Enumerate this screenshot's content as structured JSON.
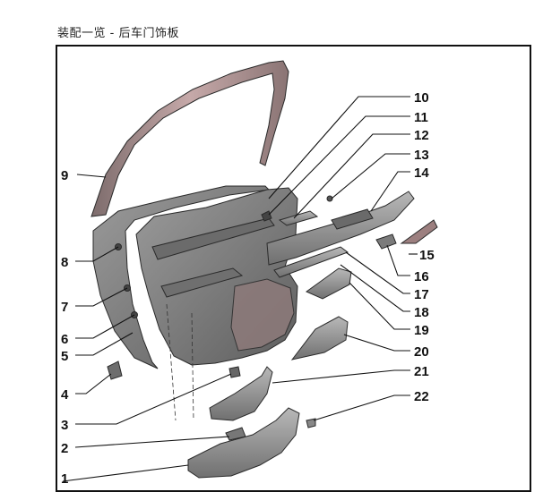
{
  "title": "装配一览 - 后车门饰板",
  "callouts": [
    "1",
    "2",
    "3",
    "4",
    "5",
    "6",
    "7",
    "8",
    "9",
    "10",
    "11",
    "12",
    "13",
    "14",
    "15",
    "16",
    "17",
    "18",
    "19",
    "20",
    "21",
    "22"
  ],
  "colors": {
    "frame": "#111111",
    "trim_panel": "#8a8a8a",
    "trim_panel_dark": "#5c5c5c",
    "highlight": "#b28e8e",
    "parts_light": "#a9a9a9"
  }
}
